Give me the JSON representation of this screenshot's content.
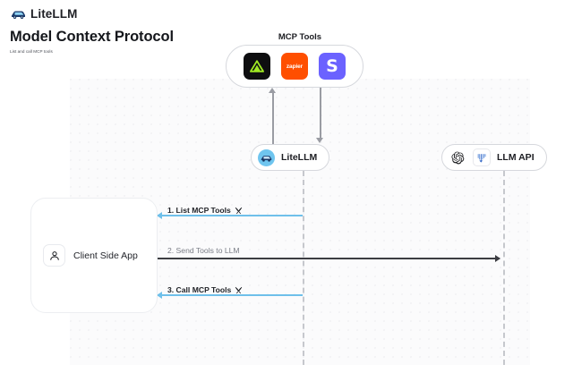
{
  "brand": {
    "name": "LiteLLM",
    "logo_icon": "litellm-logo-icon"
  },
  "header": {
    "title": "Model Context Protocol",
    "subtitle": "List and call MCP tools"
  },
  "diagram": {
    "mcp_group": {
      "label": "MCP Tools",
      "tools": [
        {
          "name": "linear",
          "icon": "linear-triangle-icon",
          "text": "",
          "bg": "#0e0e10"
        },
        {
          "name": "zapier",
          "icon": "zapier-wordmark-icon",
          "text": "zapier",
          "bg": "#ff4f00"
        },
        {
          "name": "slack",
          "icon": "slack-letter-icon",
          "text": "S",
          "bg": "#6b62ff"
        }
      ]
    },
    "nodes": [
      {
        "id": "litellm",
        "label": "LiteLLM",
        "icon": "litellm-avatar-icon"
      },
      {
        "id": "llm_api",
        "label": "LLM API",
        "icons": [
          "openai-logo-icon",
          "anthropic-logo-icon"
        ]
      }
    ],
    "client": {
      "label": "Client Side App",
      "icon": "user-person-icon"
    },
    "messages": [
      {
        "step": "1",
        "label": "1. List MCP Tools",
        "icon": "tools-wrench-icon",
        "color": "#6fc0ea",
        "direction": "left",
        "style": "blue"
      },
      {
        "step": "2",
        "label": "2. Send Tools to LLM",
        "icon": "",
        "color": "#3c3d42",
        "direction": "right",
        "style": "dark"
      },
      {
        "step": "3",
        "label": "3. Call MCP Tools",
        "icon": "tools-wrench-icon",
        "color": "#6fc0ea",
        "direction": "left",
        "style": "blue"
      }
    ],
    "colors": {
      "accent_blue": "#6fc0ea",
      "dark_arrow": "#3c3d42",
      "lifeline": "#c6c8cd",
      "canvas_bg": "#fbfbfc",
      "dot_grid": "#e2e2e6"
    }
  }
}
